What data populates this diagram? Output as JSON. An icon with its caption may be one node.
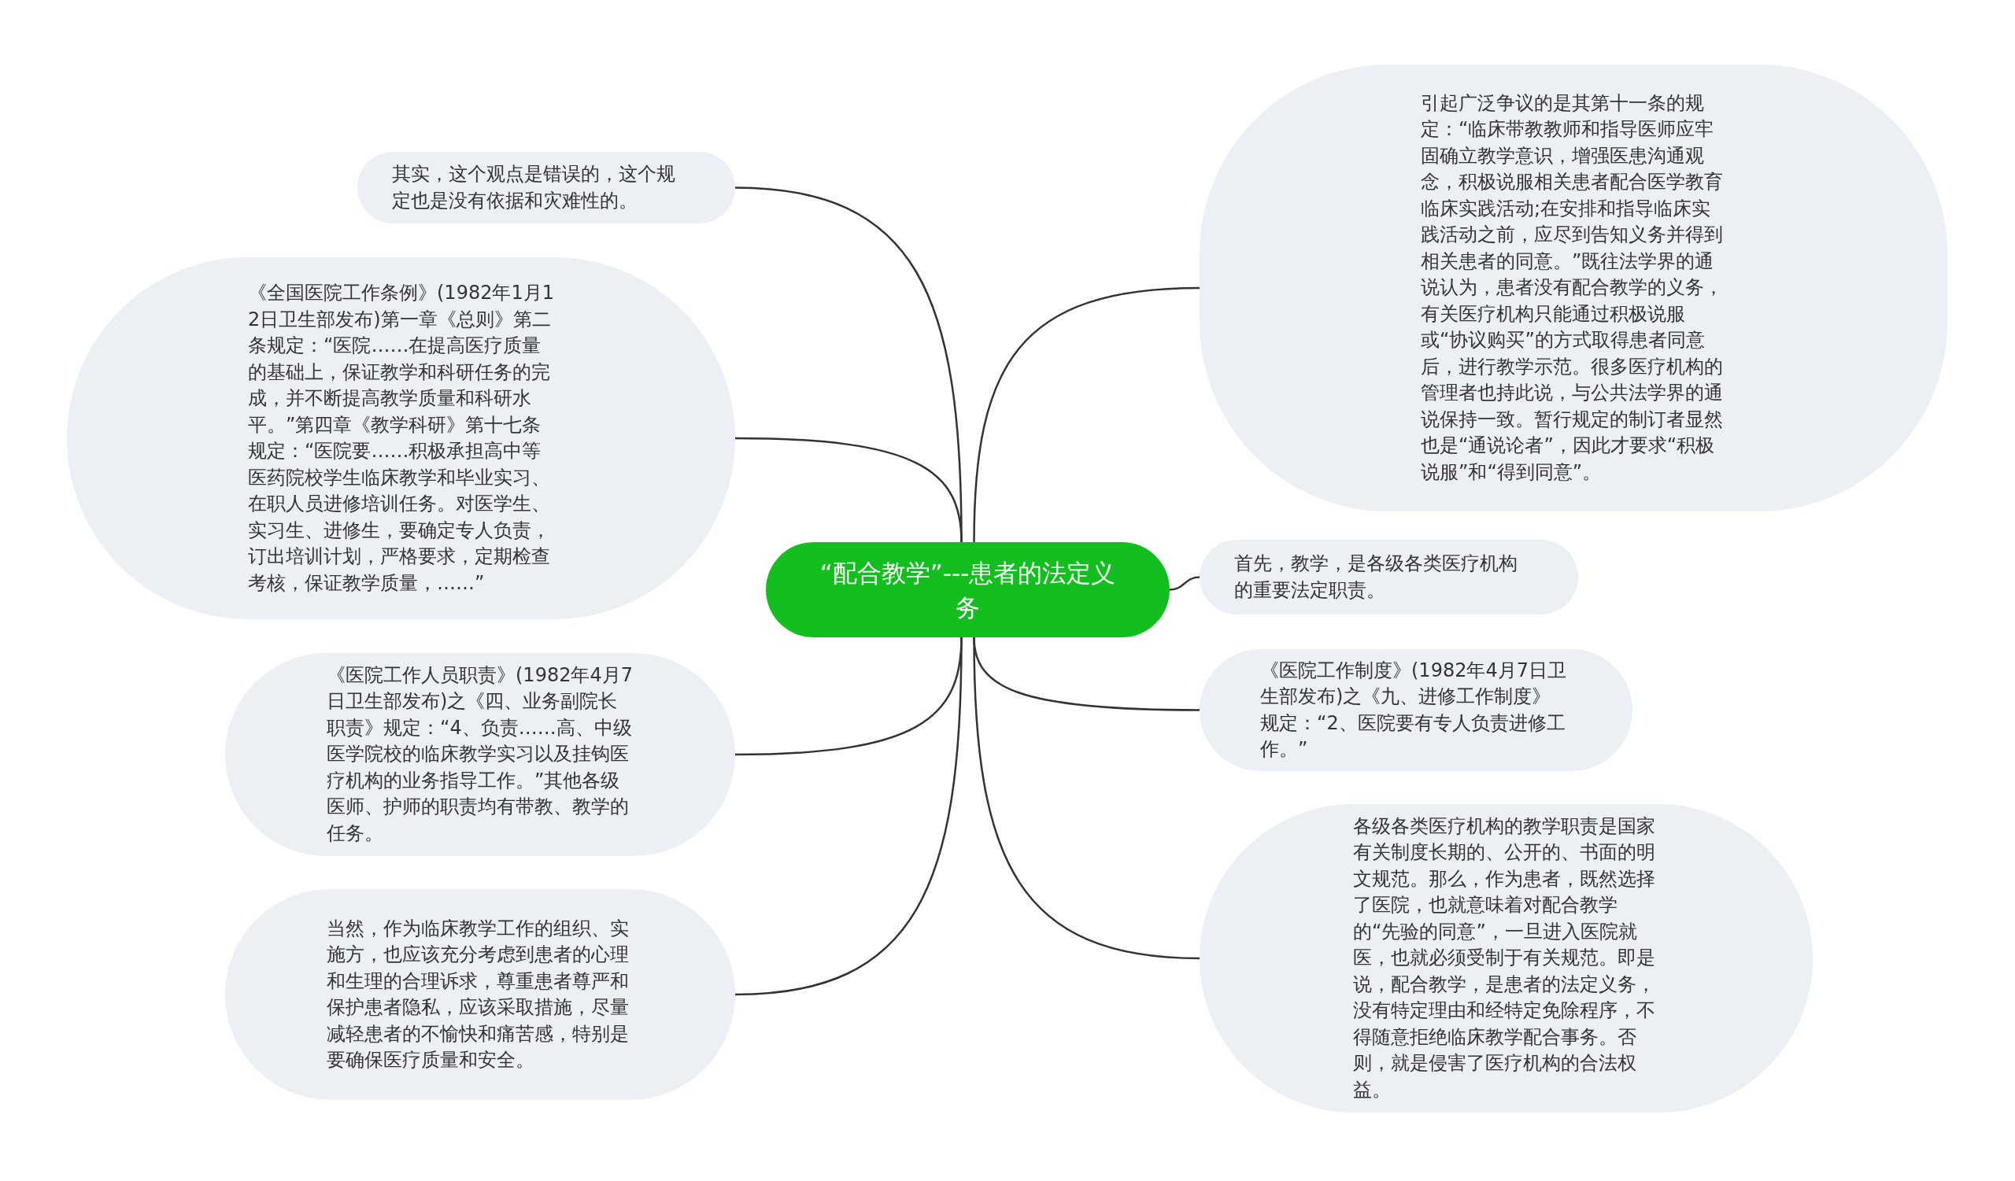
{
  "diagram": {
    "nodes": [
      {
        "text": [
          "“配合教学”---患者的法定义务"
        ]
      },
      {
        "text": [
          "其实，这个观点是错误的，这个规定也是没有依据和灾难性的。"
        ]
      },
      {
        "text": [
          "《全国医院工作条例》(1982年1月12日卫生部发布)第一章《总则》第二条规定：“医院……在提高医疗质量的基础上，保证教学和科研任务的完成，并不断提高教学质量和科研水平。”第四章《教学科研》第十七条规定：“医院要……积极承担高中等医药院校学生临床教学和毕业实习、在职人员进修培训任务。对医学生、实习生、进修生，要确定专人负责，订出培训计划，严格要求，定期检查考核，保证教学质量，……”"
        ]
      },
      {
        "text": [
          "《医院工作人员职责》(1982年4月7日卫生部发布)之《四、业务副院长职责》规定：“4、负责……高、中级医学院校的临床教学实习以及挂钩医疗机构的业务指导工作。”其他各级医师、护师的职责均有带教、教学的任务。"
        ]
      },
      {
        "text": [
          "当然，作为临床教学工作的组织、实施方，也应该充分考虑到患者的心理和生理的合理诉求，尊重患者尊严和保护患者隐私，应该采取措施，尽量减轻患者的不愉快和痛苦感，特别是要确保医疗质量和安全。"
        ]
      },
      {
        "text": [
          "引起广泛争议的是其第十一条的规定：“临床带教教师和指导医师应牢固确立教学意识，增强医患沟通观念，积极说服相关患者配合医学教育临床实践活动;在安排和指导临床实践活动之前，应尽到告知义务并得到相关患者的同意。”既往法学界的通说认为，患者没有配合教学的义务，有关医疗机构只能通过积极说服或“协议购买”的方式取得患者同意后，进行教学示范。很多医疗机构的管理者也持此说，与公共法学界的通说保持一致。暂行规定的制订者显然也是“通说论者”，因此才要求“积极说服”和“得到同意”。"
        ]
      },
      {
        "text": [
          "首先，教学，是各级各类医疗机构的重要法定职责。"
        ]
      },
      {
        "text": [
          "《医院工作制度》(1982年4月7日卫生部发布)之《九、进修工作制度》规定：“2、医院要有专人负责进修工作。”"
        ]
      },
      {
        "text": [
          "各级各类医疗机构的教学职责是国家有关制度长期的、公开的、书面的明文规范。那么，作为患者，既然选择了医院，也就意味着对配合教学的“先验的同意”，一旦进入医院就医，也就必须受制于有关规范。即是说，配合教学，是患者的法定义务，没有特定理由和经特定免除程序，不得随意拒绝临床教学配合事务。否则，就是侵害了医疗机构的合法权益。"
        ]
      }
    ],
    "edges": [
      {
        "from": 0,
        "to": 1,
        "arrow": "none"
      },
      {
        "from": 0,
        "to": 2,
        "arrow": "none"
      },
      {
        "from": 0,
        "to": 3,
        "arrow": "none"
      },
      {
        "from": 0,
        "to": 4,
        "arrow": "none"
      },
      {
        "from": 0,
        "to": 5,
        "arrow": "none"
      },
      {
        "from": 0,
        "to": 6,
        "arrow": "none"
      },
      {
        "from": 0,
        "to": 7,
        "arrow": "none"
      },
      {
        "from": 0,
        "to": 8,
        "arrow": "none"
      }
    ]
  }
}
